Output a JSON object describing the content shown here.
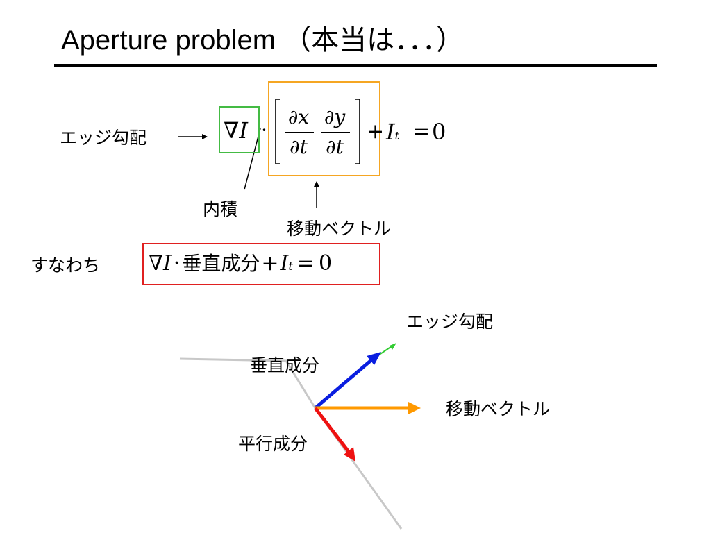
{
  "slide": {
    "title": "Aperture problem （本当は．．．）"
  },
  "equation1": {
    "left_label": "エッジ勾配",
    "nabla_I": "∇I",
    "dot": "·",
    "dx": "∂x",
    "dy": "∂y",
    "dt1": "∂t",
    "dt2": "∂t",
    "plus": "+",
    "It_base": "I",
    "It_sub": "t",
    "equals": "=",
    "zero": "0",
    "label_inner_product": "内積",
    "label_motion_vector": "移動ベクトル"
  },
  "equation2": {
    "left_label": "すなわち",
    "nabla_I": "∇I",
    "dot": "·",
    "term": "垂直成分",
    "plus": "+",
    "It_base": "I",
    "It_sub": "t",
    "equals": "=",
    "zero": "0"
  },
  "diagram": {
    "label_edge_gradient": "エッジ勾配",
    "label_perpendicular": "垂直成分",
    "label_motion_vector": "移動ベクトル",
    "label_parallel": "平行成分"
  },
  "colors": {
    "green_box": "#44bb44",
    "orange_box": "#f5a623",
    "red_box": "#e02020",
    "blue_arrow": "#0a1ee0",
    "orange_arrow": "#ff9900",
    "red_arrow": "#ee1111",
    "green_arrow": "#33cc33",
    "edge_line": "#c8c8c8"
  }
}
